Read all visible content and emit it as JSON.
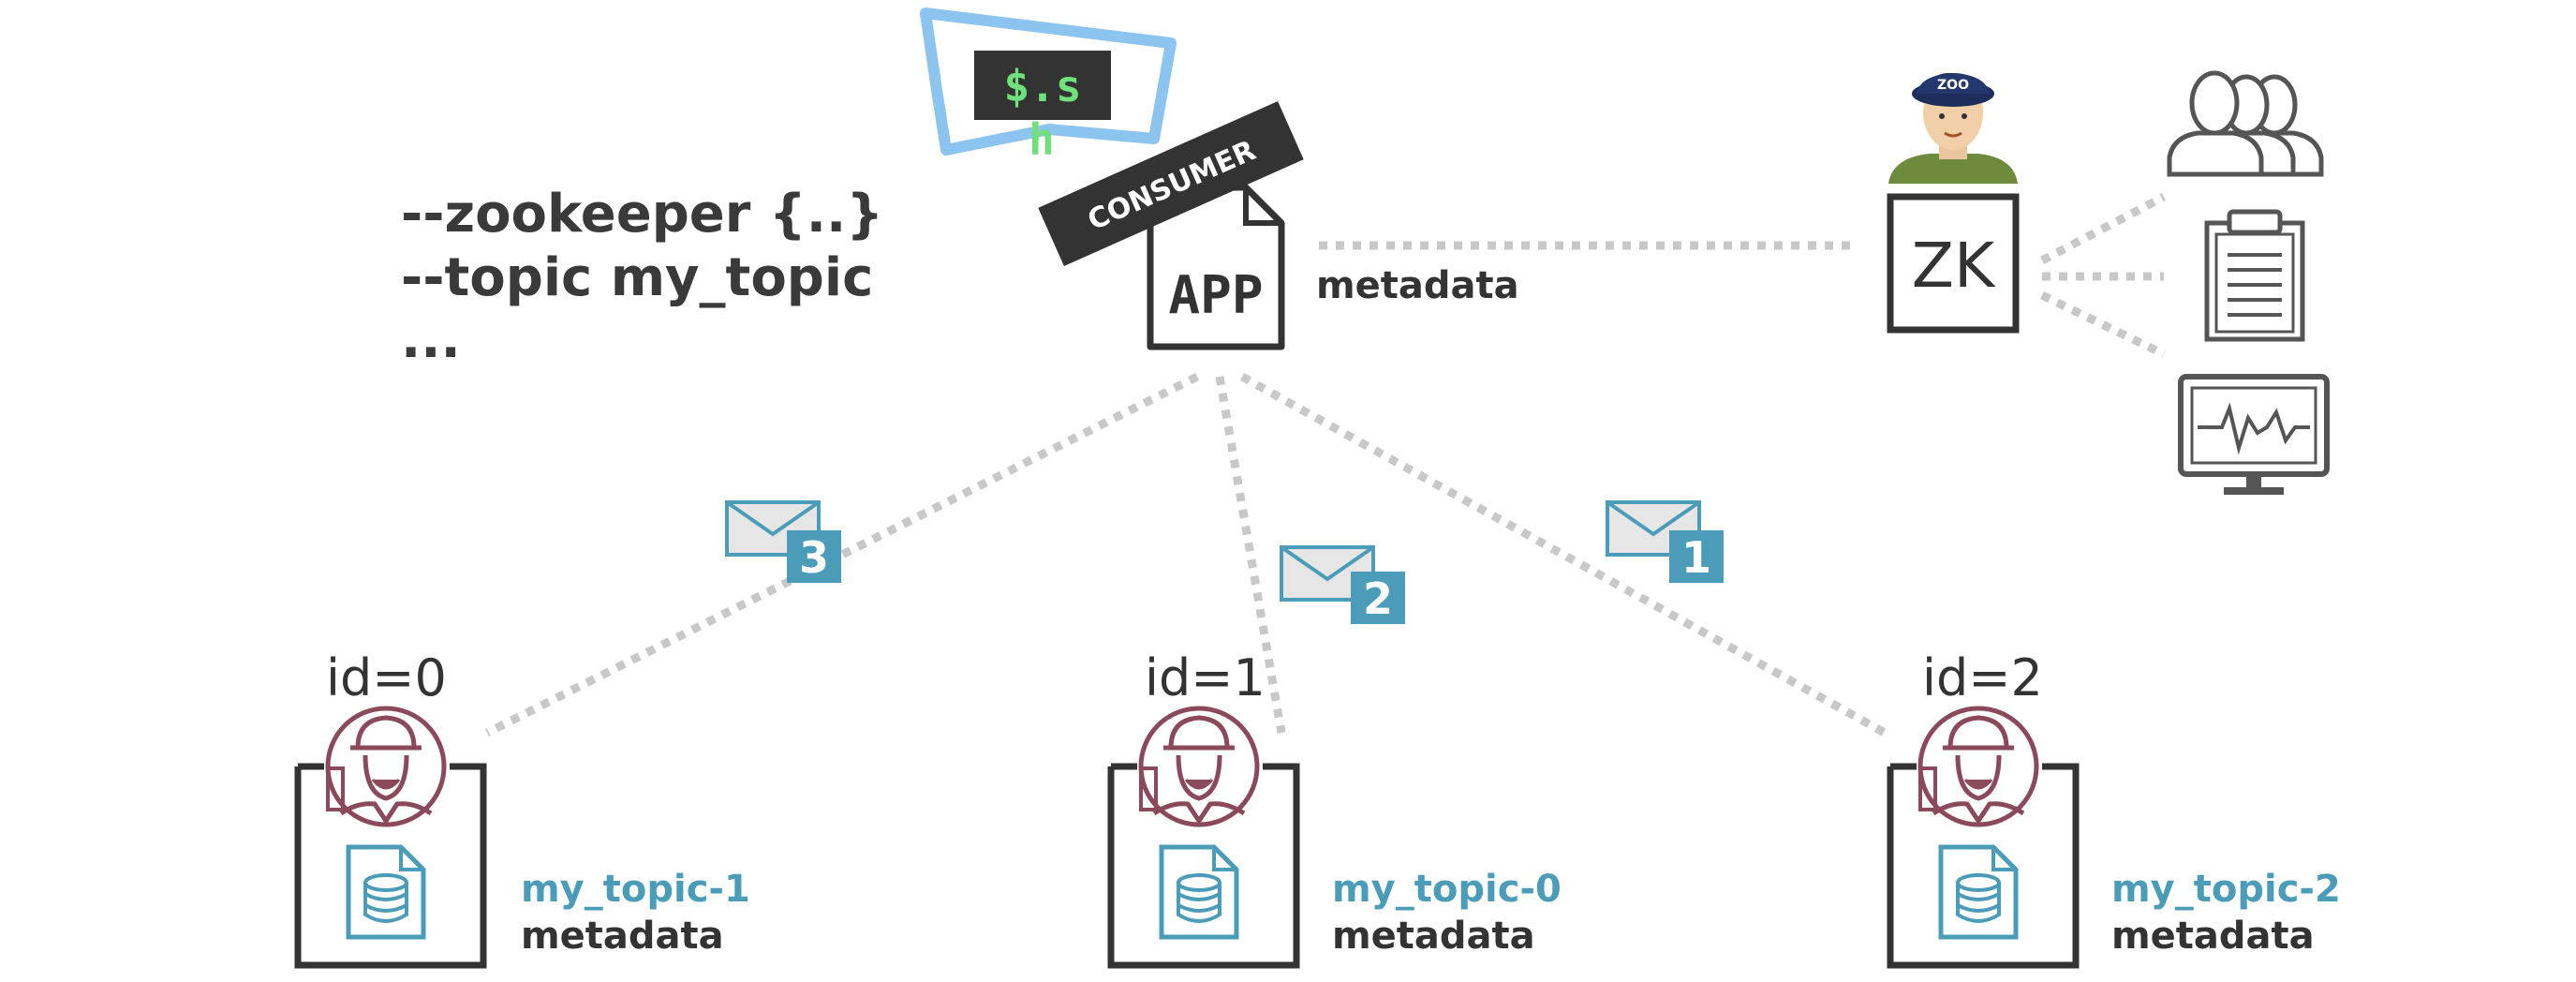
{
  "command": {
    "lines": [
      "--zookeeper {..}",
      "--topic my_topic",
      "..."
    ]
  },
  "terminal": {
    "prompt": "$.s",
    "prompt_wrap": "h"
  },
  "consumer": {
    "banner": "CONSUMER",
    "app_label": "APP",
    "metadata_label": "metadata"
  },
  "zookeeper": {
    "label": "ZK",
    "cap_text": "ZOO"
  },
  "messages": [
    {
      "number": "3"
    },
    {
      "number": "2"
    },
    {
      "number": "1"
    }
  ],
  "brokers": [
    {
      "id_label": "id=0",
      "topic": "my_topic-1",
      "metadata": "metadata"
    },
    {
      "id_label": "id=1",
      "topic": "my_topic-0",
      "metadata": "metadata"
    },
    {
      "id_label": "id=2",
      "topic": "my_topic-2",
      "metadata": "metadata"
    }
  ],
  "colors": {
    "accent": "#4a9cb8",
    "broker_icon": "#8b4a5c",
    "dotted_line": "#c8c8c8",
    "dark": "#333333",
    "terminal_bg": "#333333",
    "terminal_text": "#6fe07a",
    "speech_outline": "#8cc4f0"
  },
  "icons": [
    "terminal-icon",
    "user-group-icon",
    "clipboard-icon",
    "monitor-icon",
    "envelope-icon",
    "builder-avatar-icon",
    "database-file-icon",
    "zookeeper-avatar-icon"
  ]
}
